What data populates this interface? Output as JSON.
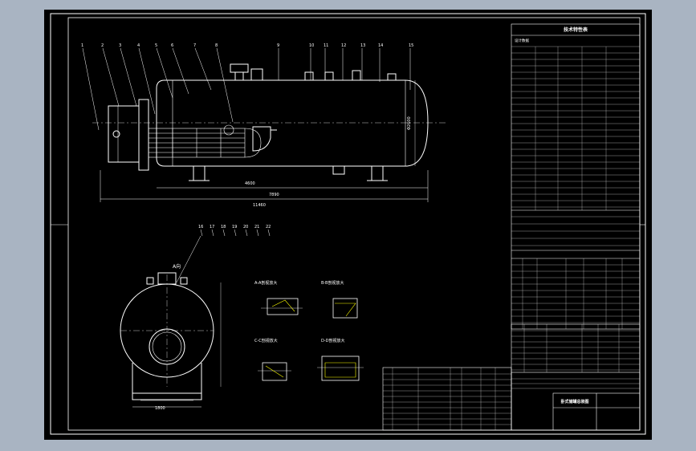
{
  "colors": {
    "background": "#a9b4c2",
    "sheet": "#000000",
    "line": "#ffffff",
    "accent_yellow": "#ffff00"
  },
  "title_block": {
    "tech_heading": "技术特性表",
    "design_data_heading": "设计数据",
    "drawing_name": "卧式储罐总装图",
    "view_label": "A向",
    "detail_a_label": "A-A剖视放大",
    "detail_b_label": "B-B剖视放大",
    "detail_c_label": "C-C剖视放大",
    "detail_d_label": "D-D剖视放大"
  },
  "dimensions": {
    "overall_length": "11460",
    "shell_length": "7890",
    "support_spacing": "4600",
    "diameter": "Φ2600",
    "support_width": "1800"
  },
  "leaders": {
    "top_items": [
      "1",
      "2",
      "3",
      "4",
      "5",
      "6",
      "7",
      "8",
      "9",
      "10",
      "11",
      "12",
      "13",
      "14",
      "15"
    ],
    "side_items": [
      "16",
      "17",
      "18",
      "19",
      "20",
      "21",
      "22"
    ]
  }
}
